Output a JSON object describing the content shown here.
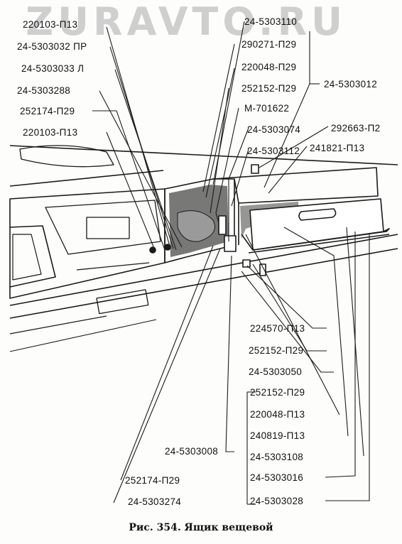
{
  "watermark": "ZURAVTO.RU",
  "caption": "Рис. 354. Ящик вещевой",
  "labels_left": [
    "220103-П13",
    "24-5303032 ПР",
    "24-5303033 Л",
    "24-5303288",
    "252174-П29",
    "220103-П13"
  ],
  "labels_top": [
    "24-5303110",
    "290271-П29",
    "220048-П29",
    "252152-П29",
    "М-701622",
    "24-5303074",
    "24-5303112"
  ],
  "labels_right": [
    "24-5303012",
    "292663-П2",
    "241821-П13"
  ],
  "labels_bottom": [
    "224570-П13",
    "252152-П29",
    "24-5303050",
    "252152-П29",
    "220048-П13",
    "240819-П13",
    "24-5303008",
    "24-5303108",
    "24-5303016",
    "252174-П29",
    "24-5303274",
    "24-5303028"
  ]
}
